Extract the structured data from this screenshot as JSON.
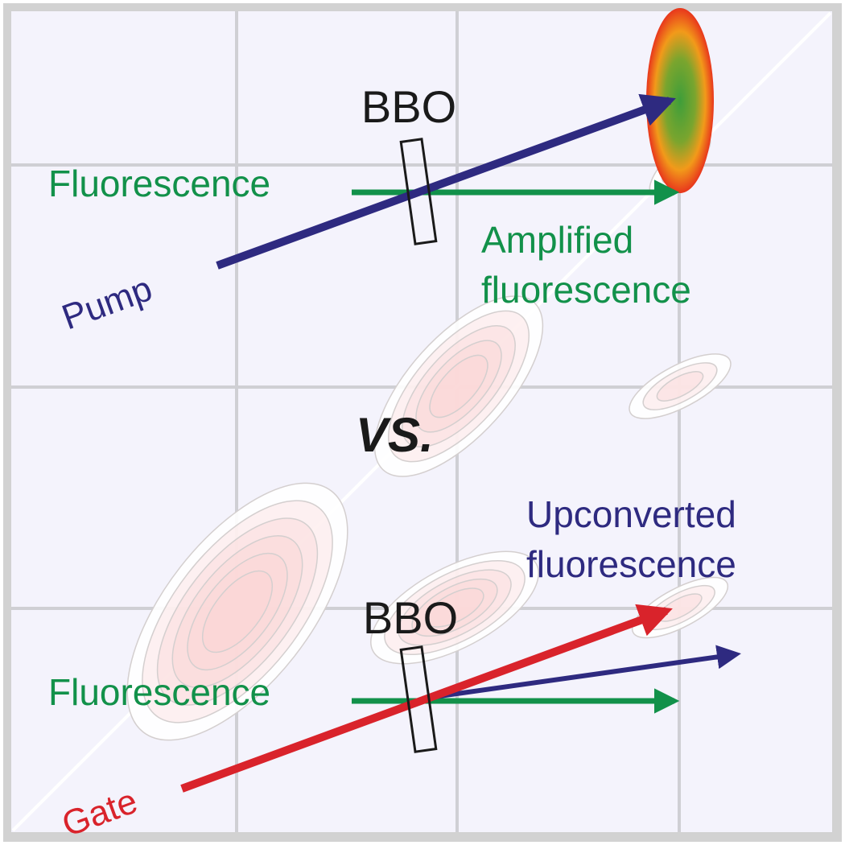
{
  "colors": {
    "background": "#f4f3fc",
    "frame": "#d2d2d2",
    "grid": "#cfcfd4",
    "diagonal": "#ffffff",
    "fluorescence": "#12914a",
    "pump": "#2e2a80",
    "gate": "#d9232b",
    "upconverted": "#2e2a80",
    "crystal": "#1a1a1a",
    "label_dark": "#1a1a1a",
    "spot_outer": "#e8361c",
    "spot_mid": "#f29a1a",
    "spot_inner": "#3e9e3a",
    "contour_fill": "#fbd6d6"
  },
  "top_panel": {
    "crystal_label": "BBO",
    "fluorescence_label": "Fluorescence",
    "pump_label": "Pump",
    "output_label_line1": "Amplified",
    "output_label_line2": "fluorescence"
  },
  "separator_label": "VS.",
  "bottom_panel": {
    "crystal_label": "BBO",
    "fluorescence_label": "Fluorescence",
    "gate_label": "Gate",
    "output_label_line1": "Upconverted",
    "output_label_line2": "fluorescence"
  },
  "icons": {
    "pump-arrow": "arrow",
    "fluorescence-arrow": "arrow",
    "gate-arrow": "arrow",
    "upconverted-arrow": "arrow",
    "bbo-crystal": "rectangle",
    "amplified-spot": "ellipse"
  }
}
